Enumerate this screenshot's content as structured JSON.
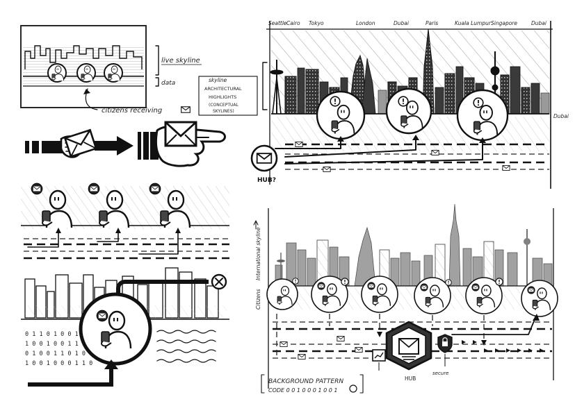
{
  "panel_1": {
    "label_top": "live skyline",
    "label_lower": "data",
    "caption": "citizens receiving"
  },
  "panel_5": {
    "top_labels": [
      "Seattle",
      "Cairo",
      "Tokyo",
      "London",
      "Dubai",
      "Paris",
      "Kuala Lumpur",
      "Singapore",
      "Dubai"
    ],
    "side_note": [
      "skyline",
      "ARCHITECTURAL",
      "HIGHLIGHTS",
      "(CONCEPTUAL",
      "SKYLINES)"
    ],
    "right_label": "Dubai",
    "hub_label": "HUB?"
  },
  "panel_6": {
    "left_label_top": "International skyline",
    "left_label_bottom": "Citizens",
    "hub_label": "HUB",
    "secure_label": "secure",
    "footer_line1": "BACKGROUND PATTERN",
    "footer_line2": "CODE 0 0 1 0 0 0 1 0 0 1"
  },
  "panel_4": {
    "binary_rows": [
      "0 1 1 0 1 0 0 1 0 1",
      "1 0 0 1 0 0 1 1 0",
      "0 1 0 0 1 1 0 1 0 0",
      "1 0 0 1 0 0 0 1 1 0"
    ]
  }
}
